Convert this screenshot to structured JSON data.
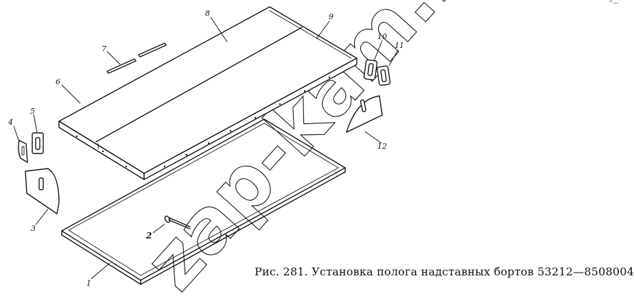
{
  "caption": "Рис. 281. Установка полога надставных бортов 53212—8508004",
  "watermark": "zap-kam.ru",
  "corner_mark": "°—",
  "callouts": {
    "c1": "1",
    "c2": "2",
    "c3": "3",
    "c4": "4",
    "c5": "5",
    "c6": "6",
    "c7": "7",
    "c8": "8",
    "c9": "9",
    "c10": "10",
    "c11": "11",
    "c12": "12"
  }
}
